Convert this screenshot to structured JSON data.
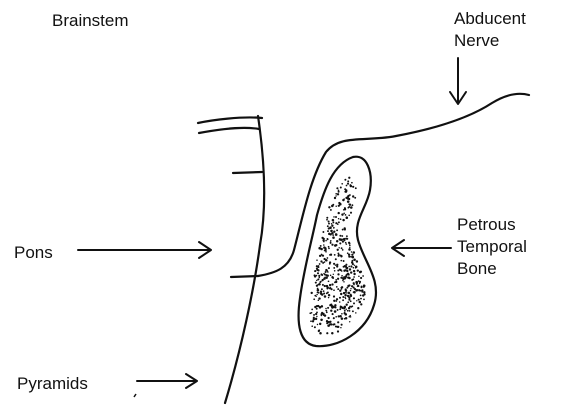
{
  "labels": {
    "brainstem": "Brainstem",
    "abducent_line1": "Abducent",
    "abducent_line2": "Nerve",
    "pons": "Pons",
    "petrous_line1": "Petrous",
    "petrous_line2": "Temporal",
    "petrous_line3": "Bone",
    "pyramids": "Pyramids"
  },
  "colors": {
    "ink": "#111111",
    "background": "#ffffff"
  }
}
